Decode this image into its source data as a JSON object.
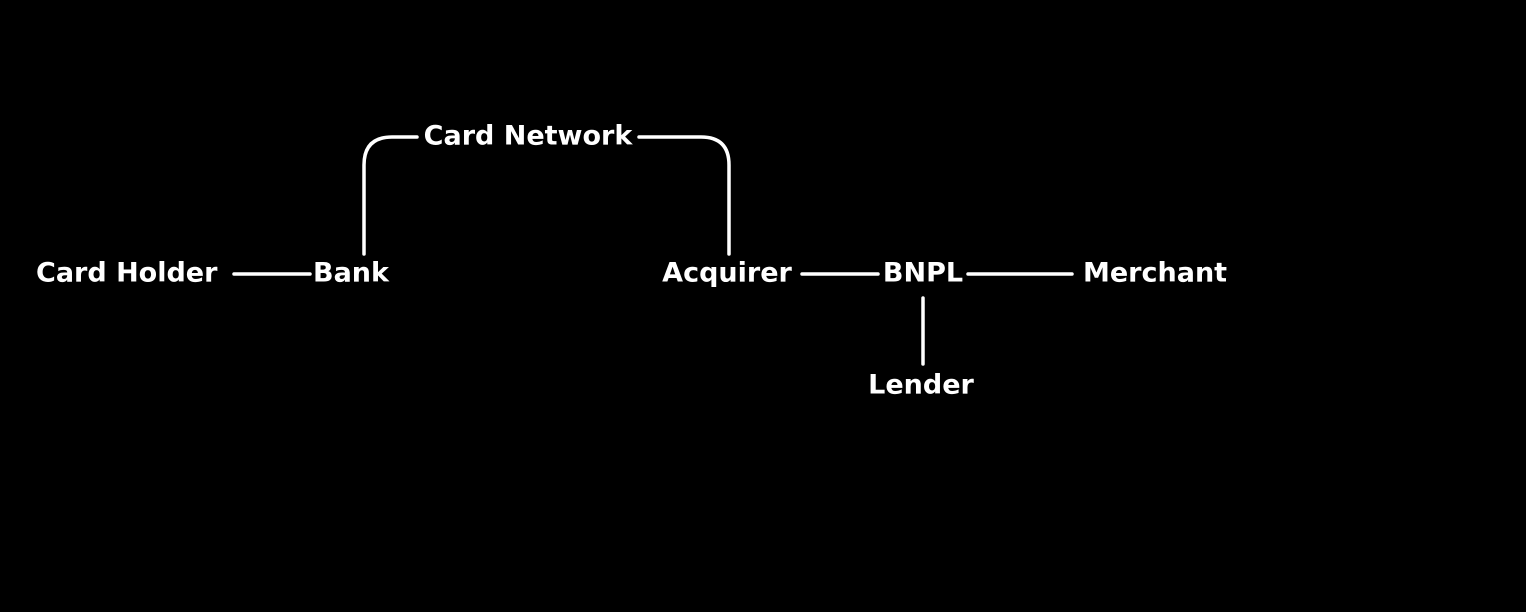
{
  "diagram": {
    "background_color": "#000000",
    "line_color": "#ffffff",
    "text_color": "#ffffff",
    "nodes": {
      "card_holder": "Card Holder",
      "bank": "Bank",
      "card_network": "Card Network",
      "acquirer": "Acquirer",
      "bnpl": "BNPL",
      "merchant": "Merchant",
      "lender": "Lender"
    },
    "edges": [
      {
        "from": "card_holder",
        "to": "bank"
      },
      {
        "from": "bank",
        "to": "card_network"
      },
      {
        "from": "card_network",
        "to": "acquirer"
      },
      {
        "from": "acquirer",
        "to": "bnpl"
      },
      {
        "from": "bnpl",
        "to": "merchant"
      },
      {
        "from": "bnpl",
        "to": "lender"
      }
    ]
  }
}
